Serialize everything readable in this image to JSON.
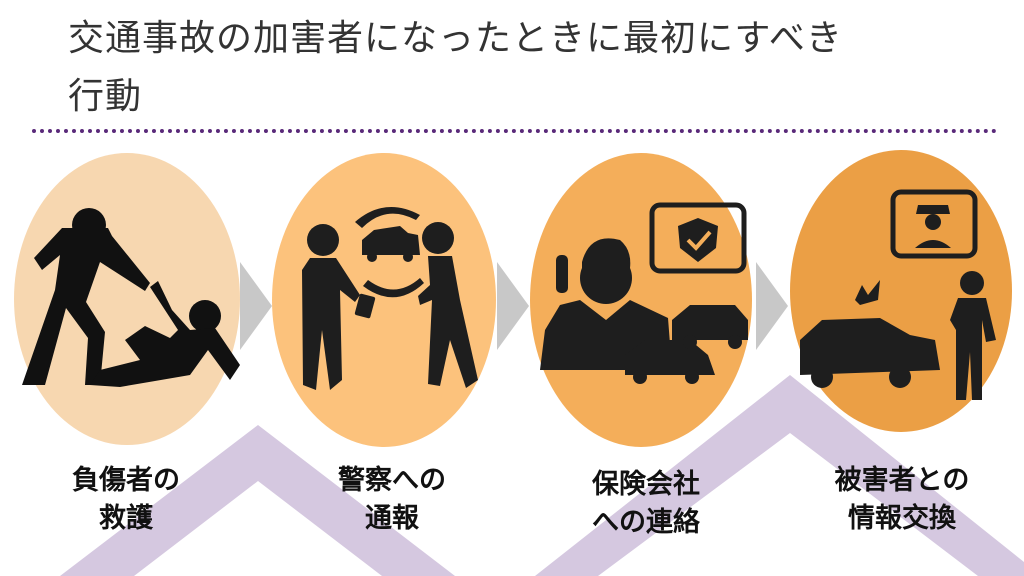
{
  "title": {
    "line1": "交通事故の加害者になったときに最初にすべき",
    "line2": "行動"
  },
  "colors": {
    "divider": "#5a2a7a",
    "chevron": "#d5c8e0",
    "arrow": "#c8c8c8",
    "icon": "#1a1a1a"
  },
  "steps": [
    {
      "label_line1": "負傷者の",
      "label_line2": "救護",
      "color": "#f7d7b0",
      "icon": "rescue-injured-person-icon"
    },
    {
      "label_line1": "警察への",
      "label_line2": "通報",
      "color": "#fcc27c",
      "icon": "report-to-police-exchange-icon"
    },
    {
      "label_line1": "保険会社",
      "label_line2": "への連絡",
      "color": "#f4ae5a",
      "icon": "call-insurance-company-icon"
    },
    {
      "label_line1": "被害者との",
      "label_line2": "情報交換",
      "color": "#eb9f45",
      "icon": "exchange-info-with-victim-icon"
    }
  ]
}
